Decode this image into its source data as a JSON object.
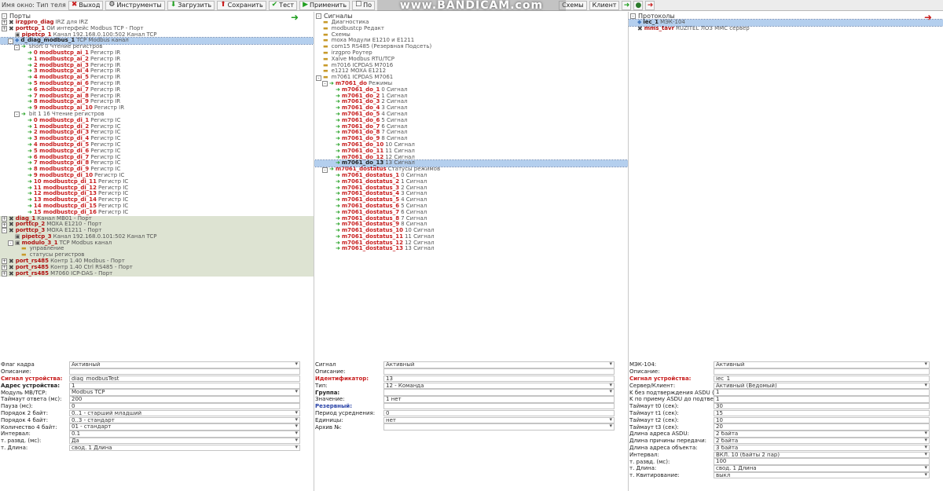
{
  "toolbar": {
    "title": "Имя окно: Тип теля",
    "buttons": [
      {
        "label": "Выход",
        "icon": "✖"
      },
      {
        "label": "Инструменты",
        "icon": "⚙"
      },
      {
        "label": "Загрузить",
        "icon": "⬇"
      },
      {
        "label": "Сохранить",
        "icon": "⬆"
      },
      {
        "label": "Тест",
        "icon": "✔"
      },
      {
        "label": "Применить",
        "icon": "▶"
      },
      {
        "label": "По",
        "icon": "☐"
      }
    ],
    "right_buttons": [
      {
        "label": "Схемы"
      },
      {
        "label": "Клиент"
      }
    ],
    "watermark": "www.BANDICAM.com",
    "colors": {
      "green": "#22a022",
      "red": "#c81e1e"
    }
  },
  "panel1": {
    "header": "Порты",
    "rows": [
      {
        "indent": 0,
        "exp": "+",
        "icon": "x",
        "name": "irzgpro_diag",
        "desc": "IRZ для IRZ",
        "cls": "redb"
      },
      {
        "indent": 0,
        "exp": "+",
        "icon": "x",
        "name": "porttcp_1",
        "desc": "ОИ интерфейс Modbus TCP - Порт",
        "cls": "redb"
      },
      {
        "indent": 1,
        "exp": "",
        "icon": "sq",
        "name": "pipetcp_1",
        "desc": "Канал 192.168.0.100:502 Канал TCP",
        "cls": "redb"
      },
      {
        "indent": 1,
        "exp": "-",
        "icon": "bl",
        "name": "d_diag_modbus_1",
        "desc": "TCP Modbus канал",
        "cls": "sel"
      },
      {
        "indent": 2,
        "exp": "-",
        "icon": "ar",
        "name": "",
        "desc": "short 0 Чтение регистров",
        "cls": ""
      },
      {
        "indent": 3,
        "exp": "",
        "icon": "ar",
        "name": "0 modbustcp_ai_1",
        "desc": "Регистр IR",
        "cls": "red"
      },
      {
        "indent": 3,
        "exp": "",
        "icon": "ar",
        "name": "1 modbustcp_ai_2",
        "desc": "Регистр IR",
        "cls": "red"
      },
      {
        "indent": 3,
        "exp": "",
        "icon": "ar",
        "name": "2 modbustcp_ai_3",
        "desc": "Регистр IR",
        "cls": "red"
      },
      {
        "indent": 3,
        "exp": "",
        "icon": "ar",
        "name": "3 modbustcp_ai_4",
        "desc": "Регистр IR",
        "cls": "red"
      },
      {
        "indent": 3,
        "exp": "",
        "icon": "ar",
        "name": "4 modbustcp_ai_5",
        "desc": "Регистр IR",
        "cls": "red"
      },
      {
        "indent": 3,
        "exp": "",
        "icon": "ar",
        "name": "5 modbustcp_ai_6",
        "desc": "Регистр IR",
        "cls": "red"
      },
      {
        "indent": 3,
        "exp": "",
        "icon": "ar",
        "name": "6 modbustcp_ai_7",
        "desc": "Регистр IR",
        "cls": "red"
      },
      {
        "indent": 3,
        "exp": "",
        "icon": "ar",
        "name": "7 modbustcp_ai_8",
        "desc": "Регистр IR",
        "cls": "red"
      },
      {
        "indent": 3,
        "exp": "",
        "icon": "ar",
        "name": "8 modbustcp_ai_9",
        "desc": "Регистр IR",
        "cls": "red"
      },
      {
        "indent": 3,
        "exp": "",
        "icon": "ar",
        "name": "9 modbustcp_ai_10",
        "desc": "Регистр IR",
        "cls": "red"
      },
      {
        "indent": 2,
        "exp": "-",
        "icon": "ar",
        "name": "",
        "desc": "bit 1 16 Чтение регистров",
        "cls": ""
      },
      {
        "indent": 3,
        "exp": "",
        "icon": "ar",
        "name": "0 modbustcp_di_1",
        "desc": "Регистр IC",
        "cls": "red"
      },
      {
        "indent": 3,
        "exp": "",
        "icon": "ar",
        "name": "1 modbustcp_di_2",
        "desc": "Регистр IC",
        "cls": "red"
      },
      {
        "indent": 3,
        "exp": "",
        "icon": "ar",
        "name": "2 modbustcp_di_3",
        "desc": "Регистр IC",
        "cls": "red"
      },
      {
        "indent": 3,
        "exp": "",
        "icon": "ar",
        "name": "3 modbustcp_di_4",
        "desc": "Регистр IC",
        "cls": "red"
      },
      {
        "indent": 3,
        "exp": "",
        "icon": "ar",
        "name": "4 modbustcp_di_5",
        "desc": "Регистр IC",
        "cls": "red"
      },
      {
        "indent": 3,
        "exp": "",
        "icon": "ar",
        "name": "5 modbustcp_di_6",
        "desc": "Регистр IC",
        "cls": "red"
      },
      {
        "indent": 3,
        "exp": "",
        "icon": "ar",
        "name": "6 modbustcp_di_7",
        "desc": "Регистр IC",
        "cls": "red"
      },
      {
        "indent": 3,
        "exp": "",
        "icon": "ar",
        "name": "7 modbustcp_di_8",
        "desc": "Регистр IC",
        "cls": "red"
      },
      {
        "indent": 3,
        "exp": "",
        "icon": "ar",
        "name": "8 modbustcp_di_9",
        "desc": "Регистр IC",
        "cls": "red"
      },
      {
        "indent": 3,
        "exp": "",
        "icon": "ar",
        "name": "9 modbustcp_di_10",
        "desc": "Регистр IC",
        "cls": "red"
      },
      {
        "indent": 3,
        "exp": "",
        "icon": "ar",
        "name": "10 modbustcp_di_11",
        "desc": "Регистр IC",
        "cls": "red"
      },
      {
        "indent": 3,
        "exp": "",
        "icon": "ar",
        "name": "11 modbustcp_di_12",
        "desc": "Регистр IC",
        "cls": "red"
      },
      {
        "indent": 3,
        "exp": "",
        "icon": "ar",
        "name": "12 modbustcp_di_13",
        "desc": "Регистр IC",
        "cls": "red"
      },
      {
        "indent": 3,
        "exp": "",
        "icon": "ar",
        "name": "13 modbustcp_di_14",
        "desc": "Регистр IC",
        "cls": "red"
      },
      {
        "indent": 3,
        "exp": "",
        "icon": "ar",
        "name": "14 modbustcp_di_15",
        "desc": "Регистр IC",
        "cls": "red"
      },
      {
        "indent": 3,
        "exp": "",
        "icon": "ar",
        "name": "15 modbustcp_di_16",
        "desc": "Регистр IC",
        "cls": "red"
      },
      {
        "indent": 0,
        "exp": "+",
        "icon": "x",
        "name": "diag_1",
        "desc": "Канал MB01 - Порт",
        "cls": "redb band"
      },
      {
        "indent": 0,
        "exp": "+",
        "icon": "x",
        "name": "porttcp_2",
        "desc": "MOXA E1210 - Порт",
        "cls": "redb band"
      },
      {
        "indent": 0,
        "exp": "-",
        "icon": "x",
        "name": "porttcp_3",
        "desc": "MOXA E1211 - Порт",
        "cls": "redb band"
      },
      {
        "indent": 1,
        "exp": "",
        "icon": "sq",
        "name": "pipetcp_3",
        "desc": "Канал 192.168.0.101:502 Канал TCP",
        "cls": "redb band"
      },
      {
        "indent": 1,
        "exp": "-",
        "icon": "sq",
        "name": "modulo_3_1",
        "desc": "TCP Modbus канал",
        "cls": "redb band"
      },
      {
        "indent": 2,
        "exp": "",
        "icon": "fd",
        "name": "",
        "desc": "управление",
        "cls": "band"
      },
      {
        "indent": 2,
        "exp": "",
        "icon": "fd",
        "name": "",
        "desc": "статусы регистров",
        "cls": "band"
      },
      {
        "indent": 0,
        "exp": "+",
        "icon": "x",
        "name": "port_rs485",
        "desc": "Контр 1.40 Modbus - Порт",
        "cls": "redb band"
      },
      {
        "indent": 0,
        "exp": "+",
        "icon": "x",
        "name": "port_rs485",
        "desc": "Контр 1.40 Ctrl RS485 - Порт",
        "cls": "redb band"
      },
      {
        "indent": 0,
        "exp": "+",
        "icon": "x",
        "name": "port_rs485",
        "desc": "M7060 ICP-DAS - Порт",
        "cls": "redb band"
      }
    ],
    "props": [
      {
        "label": "Флаг кадра",
        "value": "Активный",
        "lab": "",
        "dd": true
      },
      {
        "label": "Описание:",
        "value": "",
        "lab": "",
        "dd": false
      },
      {
        "label": "Сигнал устройства:",
        "value": "diag_modbusTest",
        "lab": "req",
        "dd": false
      },
      {
        "label": "Адрес устройства:",
        "value": "1",
        "lab": "dk",
        "dd": false
      },
      {
        "label": "Модуль MB/TCP:",
        "value": "Modbus TCP",
        "lab": "",
        "dd": true
      },
      {
        "label": "Таймаут ответа (мс):",
        "value": "200",
        "lab": "",
        "dd": false
      },
      {
        "label": "Пауза (мс):",
        "value": "0",
        "lab": "",
        "dd": false
      },
      {
        "label": "Порядок 2 байт:",
        "value": "0..1 - старший младший",
        "lab": "",
        "dd": true
      },
      {
        "label": "Порядок 4 байт:",
        "value": "0..3 - стандарт",
        "lab": "",
        "dd": true
      },
      {
        "label": "Количество 4 байт:",
        "value": "01 - стандарт",
        "lab": "",
        "dd": true
      },
      {
        "label": "Интервал:",
        "value": "0.1",
        "lab": "",
        "dd": true
      },
      {
        "label": "т. развд. (мс):",
        "value": "Да",
        "lab": "",
        "dd": true
      },
      {
        "label": "т. Длина:",
        "value": "свод. 1 Длина",
        "lab": "",
        "dd": true
      }
    ]
  },
  "panel2": {
    "header": "Сигналы",
    "rows": [
      {
        "indent": 0,
        "exp": "",
        "icon": "fd",
        "name": "",
        "desc": "Диагностика",
        "cls": ""
      },
      {
        "indent": 0,
        "exp": "",
        "icon": "fd",
        "name": "",
        "desc": "modbustcp Редакт",
        "cls": "red"
      },
      {
        "indent": 0,
        "exp": "",
        "icon": "fd",
        "name": "",
        "desc": "Схемы",
        "cls": ""
      },
      {
        "indent": 0,
        "exp": "",
        "icon": "fd",
        "name": "",
        "desc": "moxa Модули E1210 и E1211",
        "cls": ""
      },
      {
        "indent": 0,
        "exp": "",
        "icon": "fd",
        "name": "",
        "desc": "com15 RS485 (Резервная Подсеть)",
        "cls": ""
      },
      {
        "indent": 0,
        "exp": "",
        "icon": "fd",
        "name": "",
        "desc": "irzgpro Роутер",
        "cls": ""
      },
      {
        "indent": 0,
        "exp": "",
        "icon": "fd",
        "name": "",
        "desc": "Xalve Modbus RTU/TCP",
        "cls": ""
      },
      {
        "indent": 0,
        "exp": "",
        "icon": "fd",
        "name": "",
        "desc": "m7016 ICPDAS M7016",
        "cls": ""
      },
      {
        "indent": 0,
        "exp": "",
        "icon": "fd",
        "name": "",
        "desc": "e1212 MOXA E1212",
        "cls": ""
      },
      {
        "indent": 0,
        "exp": "-",
        "icon": "fd",
        "name": "",
        "desc": "m7061 ICPDAS M7061",
        "cls": ""
      },
      {
        "indent": 1,
        "exp": "-",
        "icon": "ar",
        "name": "m7061_do",
        "desc": "Режимы",
        "cls": "red"
      },
      {
        "indent": 2,
        "exp": "",
        "icon": "ar",
        "name": "m7061_do_1",
        "desc": "0 Сигнал",
        "cls": "red"
      },
      {
        "indent": 2,
        "exp": "",
        "icon": "ar",
        "name": "m7061_do_2",
        "desc": "1 Сигнал",
        "cls": "red"
      },
      {
        "indent": 2,
        "exp": "",
        "icon": "ar",
        "name": "m7061_do_3",
        "desc": "2 Сигнал",
        "cls": "red"
      },
      {
        "indent": 2,
        "exp": "",
        "icon": "ar",
        "name": "m7061_do_4",
        "desc": "3 Сигнал",
        "cls": "red"
      },
      {
        "indent": 2,
        "exp": "",
        "icon": "ar",
        "name": "m7061_do_5",
        "desc": "4 Сигнал",
        "cls": "red"
      },
      {
        "indent": 2,
        "exp": "",
        "icon": "ar",
        "name": "m7061_do_6",
        "desc": "5 Сигнал",
        "cls": "red"
      },
      {
        "indent": 2,
        "exp": "",
        "icon": "ar",
        "name": "m7061_do_7",
        "desc": "6 Сигнал",
        "cls": "red"
      },
      {
        "indent": 2,
        "exp": "",
        "icon": "ar",
        "name": "m7061_do_8",
        "desc": "7 Сигнал",
        "cls": "red"
      },
      {
        "indent": 2,
        "exp": "",
        "icon": "ar",
        "name": "m7061_do_9",
        "desc": "8 Сигнал",
        "cls": "red"
      },
      {
        "indent": 2,
        "exp": "",
        "icon": "ar",
        "name": "m7061_do_10",
        "desc": "10 Сигнал",
        "cls": "red"
      },
      {
        "indent": 2,
        "exp": "",
        "icon": "ar",
        "name": "m7061_do_11",
        "desc": "11 Сигнал",
        "cls": "red"
      },
      {
        "indent": 2,
        "exp": "",
        "icon": "ar",
        "name": "m7061_do_12",
        "desc": "12 Сигнал",
        "cls": "red"
      },
      {
        "indent": 2,
        "exp": "",
        "icon": "ar",
        "name": "m7061_do_13",
        "desc": "13 Сигнал",
        "cls": "sel"
      },
      {
        "indent": 1,
        "exp": "-",
        "icon": "ar",
        "name": "m7061_dostatus",
        "desc": "Статусы режимов",
        "cls": "red"
      },
      {
        "indent": 2,
        "exp": "",
        "icon": "ar",
        "name": "m7061_dostatus_1",
        "desc": "0 Сигнал",
        "cls": "red"
      },
      {
        "indent": 2,
        "exp": "",
        "icon": "ar",
        "name": "m7061_dostatus_2",
        "desc": "1 Сигнал",
        "cls": "red"
      },
      {
        "indent": 2,
        "exp": "",
        "icon": "ar",
        "name": "m7061_dostatus_3",
        "desc": "2 Сигнал",
        "cls": "red"
      },
      {
        "indent": 2,
        "exp": "",
        "icon": "ar",
        "name": "m7061_dostatus_4",
        "desc": "3 Сигнал",
        "cls": "red"
      },
      {
        "indent": 2,
        "exp": "",
        "icon": "ar",
        "name": "m7061_dostatus_5",
        "desc": "4 Сигнал",
        "cls": "red"
      },
      {
        "indent": 2,
        "exp": "",
        "icon": "ar",
        "name": "m7061_dostatus_6",
        "desc": "5 Сигнал",
        "cls": "red"
      },
      {
        "indent": 2,
        "exp": "",
        "icon": "ar",
        "name": "m7061_dostatus_7",
        "desc": "6 Сигнал",
        "cls": "red"
      },
      {
        "indent": 2,
        "exp": "",
        "icon": "ar",
        "name": "m7061_dostatus_8",
        "desc": "7 Сигнал",
        "cls": "red"
      },
      {
        "indent": 2,
        "exp": "",
        "icon": "ar",
        "name": "m7061_dostatus_9",
        "desc": "8 Сигнал",
        "cls": "red"
      },
      {
        "indent": 2,
        "exp": "",
        "icon": "ar",
        "name": "m7061_dostatus_10",
        "desc": "10 Сигнал",
        "cls": "red"
      },
      {
        "indent": 2,
        "exp": "",
        "icon": "ar",
        "name": "m7061_dostatus_11",
        "desc": "11 Сигнал",
        "cls": "red"
      },
      {
        "indent": 2,
        "exp": "",
        "icon": "ar",
        "name": "m7061_dostatus_12",
        "desc": "12 Сигнал",
        "cls": "red"
      },
      {
        "indent": 2,
        "exp": "",
        "icon": "ar",
        "name": "m7061_dostatus_13",
        "desc": "13 Сигнал",
        "cls": "red"
      }
    ],
    "props": [
      {
        "label": "Сигнал",
        "value": "Активный",
        "lab": "",
        "dd": true
      },
      {
        "label": "Описание:",
        "value": "",
        "lab": "",
        "dd": false
      },
      {
        "label": "Идентификатор:",
        "value": "13",
        "lab": "req",
        "dd": false
      },
      {
        "label": "Тип:",
        "value": "12 - Команда",
        "lab": "",
        "dd": true
      },
      {
        "label": "Группа:",
        "value": "",
        "lab": "dk",
        "dd": true
      },
      {
        "label": "Значение:",
        "value": "1 нет",
        "lab": "",
        "dd": false
      },
      {
        "label": "Резервный:",
        "value": "",
        "lab": "blu",
        "dd": false
      },
      {
        "label": "Период усреднения:",
        "value": "0",
        "lab": "",
        "dd": false
      },
      {
        "label": "Единицы:",
        "value": "нет",
        "lab": "",
        "dd": true
      },
      {
        "label": "Архив №:",
        "value": "",
        "lab": "",
        "dd": true
      }
    ]
  },
  "panel3": {
    "header": "Протоколы",
    "rows": [
      {
        "indent": 0,
        "exp": "",
        "icon": "bl",
        "name": "iec_1",
        "desc": "МЭК-104",
        "cls": "sel"
      },
      {
        "indent": 0,
        "exp": "",
        "icon": "x",
        "name": "mms_tavr",
        "desc": "RUZITEL ЛОЗ ММС сервер",
        "cls": "redb"
      }
    ],
    "props": [
      {
        "label": "МЭК-104:",
        "value": "Активный",
        "lab": "",
        "dd": true
      },
      {
        "label": "Описание:",
        "value": "",
        "lab": "",
        "dd": false
      },
      {
        "label": "Сигнал устройства:",
        "value": "iec_1",
        "lab": "req",
        "dd": false
      },
      {
        "label": "Сервер/Клиент:",
        "value": "Активный (Ведомый)",
        "lab": "",
        "dd": true
      },
      {
        "label": "K без подтверждения ASDU (k):",
        "value": "1",
        "lab": "",
        "dd": false
      },
      {
        "label": "K по приему ASDU до подтверждения:",
        "value": "1",
        "lab": "",
        "dd": false
      },
      {
        "label": "Таймаут t0 (сек):",
        "value": "30",
        "lab": "",
        "dd": false
      },
      {
        "label": "Таймаут t1 (сек):",
        "value": "15",
        "lab": "",
        "dd": false
      },
      {
        "label": "Таймаут t2 (сек):",
        "value": "10",
        "lab": "",
        "dd": false
      },
      {
        "label": "Таймаут t3 (сек):",
        "value": "20",
        "lab": "",
        "dd": false
      },
      {
        "label": "Длина адреса ASDU:",
        "value": "2 байта",
        "lab": "",
        "dd": true
      },
      {
        "label": "Длина причины передачи:",
        "value": "2 байта",
        "lab": "",
        "dd": true
      },
      {
        "label": "Длина адреса объекта:",
        "value": "3 байта",
        "lab": "",
        "dd": true
      },
      {
        "label": "Интервал:",
        "value": "ВКЛ. 10 (байты 2 пар)",
        "lab": "",
        "dd": true
      },
      {
        "label": "т. развд. (мс):",
        "value": "100",
        "lab": "",
        "dd": false
      },
      {
        "label": "т. Длина:",
        "value": "свод. 1 Длина",
        "lab": "",
        "dd": true
      },
      {
        "label": "т. Квитирование:",
        "value": "выкл",
        "lab": "",
        "dd": true
      }
    ]
  }
}
